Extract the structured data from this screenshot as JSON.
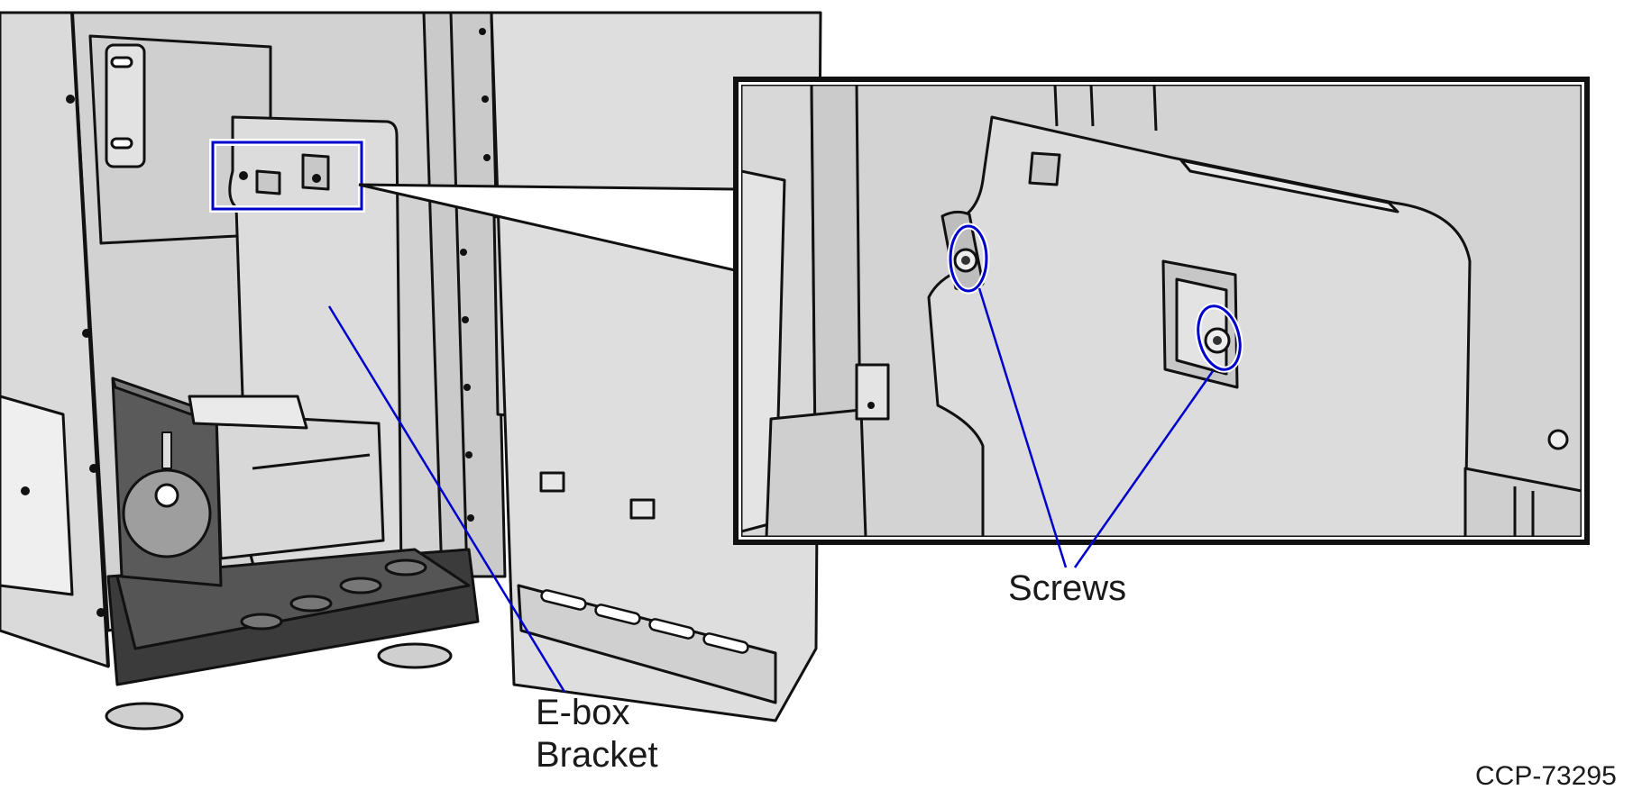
{
  "callouts": {
    "ebox_line1": "E-box",
    "ebox_line2": "Bracket",
    "screws": "Screws"
  },
  "figure_id": "CCP-73295",
  "colors": {
    "callout_line": "#0000cc",
    "panel_fill": "#d6d6d6",
    "dark_fill": "#5a5a5a",
    "outline": "#111111"
  }
}
